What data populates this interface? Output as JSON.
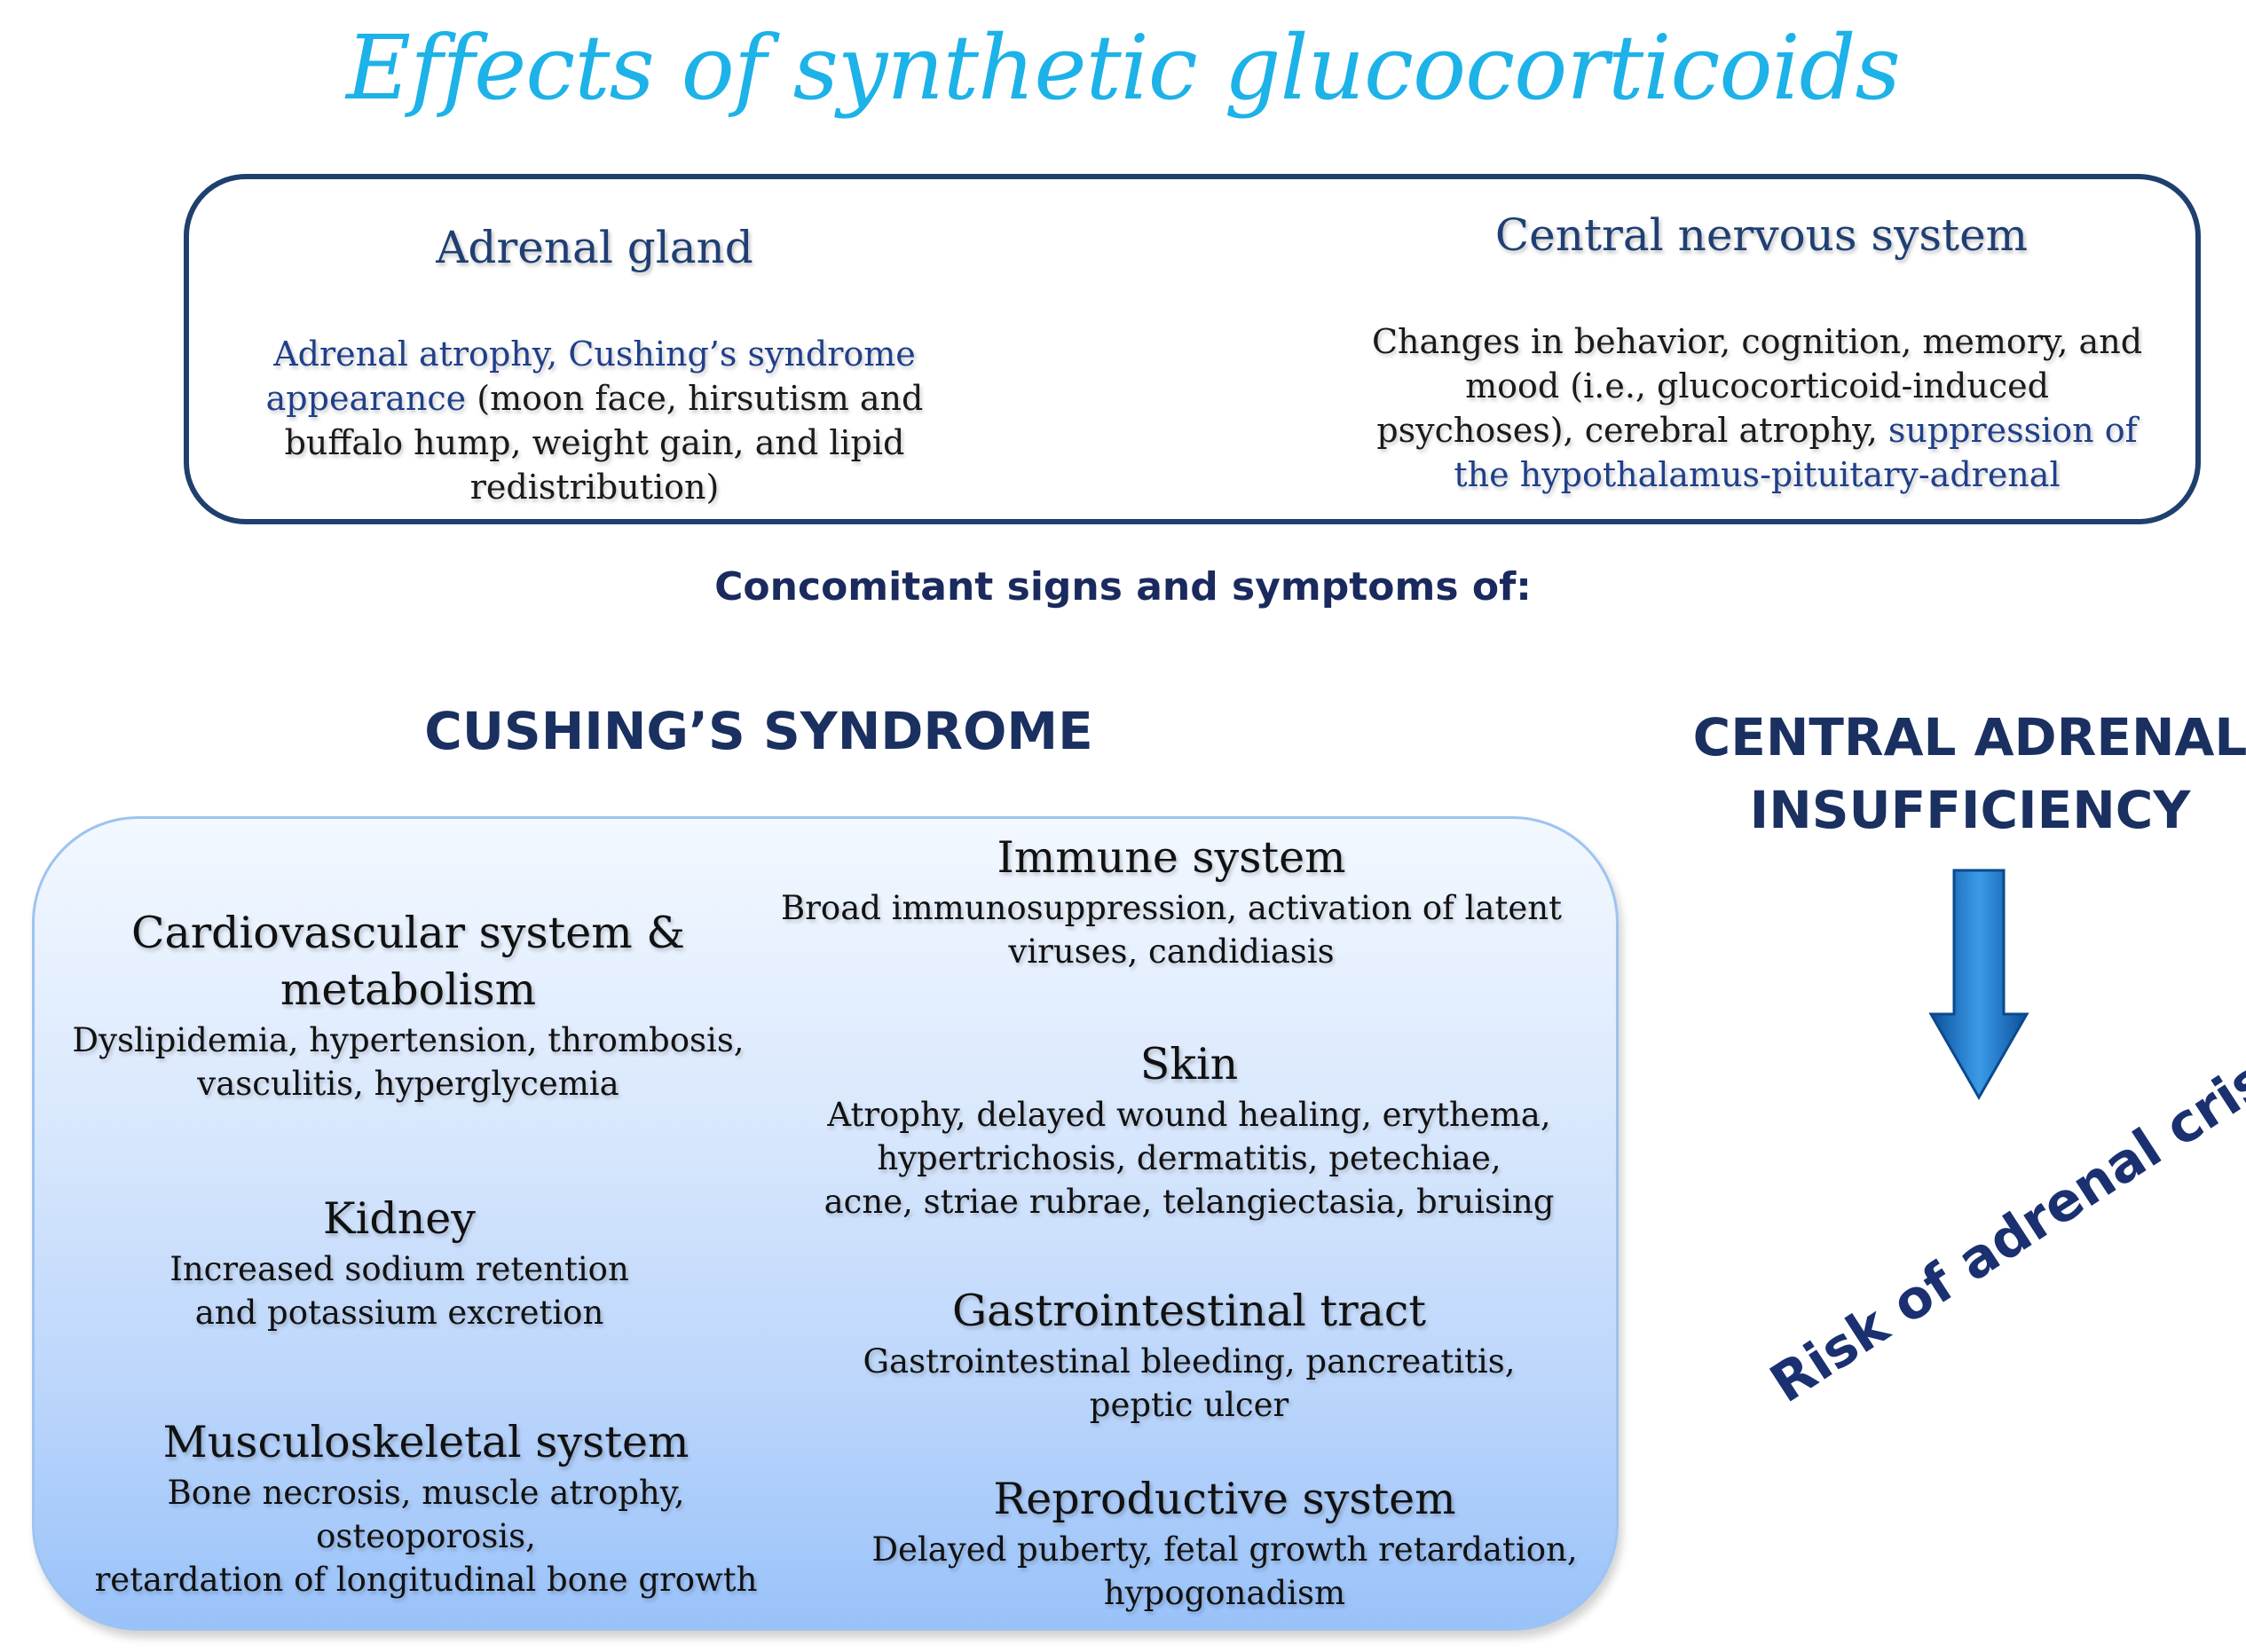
{
  "title": "Effects of synthetic glucocorticoids",
  "adrenal": {
    "heading": "Adrenal gland",
    "blue_text_1": "Adrenal atrophy, Cushing’s syndrome",
    "blue_text_2": "appearance",
    "black_text_2": " (moon face, hirsutism and",
    "line_3": "buffalo hump, weight gain, and lipid",
    "line_4": "redistribution)"
  },
  "cns": {
    "heading": "Central nervous system",
    "line_1": "Changes in behavior, cognition, memory, and",
    "line_2": "mood (i.e., glucocorticoid-induced",
    "line_3_black": "psychoses), cerebral atrophy, ",
    "line_3_blue": "suppression of",
    "line_4_blue": "the hypothalamus-pituitary-adrenal"
  },
  "concomitant": "Concomitant signs and symptoms of:",
  "cushing_title": "CUSHING’S SYNDROME",
  "central_title_1": "CENTRAL ADRENAL",
  "central_title_2": "INSUFFICIENCY",
  "risk": "Risk of adrenal crisis",
  "sections": {
    "cardio": {
      "heading_1": "Cardiovascular system &",
      "heading_2": "metabolism",
      "body_1": "Dyslipidemia, hypertension, thrombosis,",
      "body_2": "vasculitis, hyperglycemia"
    },
    "kidney": {
      "heading": "Kidney",
      "body_1": "Increased sodium retention",
      "body_2": "and potassium excretion"
    },
    "musculo": {
      "heading": "Musculoskeletal system",
      "body_1": "Bone necrosis, muscle atrophy, osteoporosis,",
      "body_2": "retardation of longitudinal bone growth"
    },
    "immune": {
      "heading": "Immune system",
      "body_1": "Broad immunosuppression, activation of latent",
      "body_2": "viruses, candidiasis"
    },
    "skin": {
      "heading": "Skin",
      "body_1": "Atrophy, delayed wound healing, erythema,",
      "body_2": "hypertrichosis, dermatitis, petechiae,",
      "body_3": "acne, striae rubrae, telangiectasia, bruising"
    },
    "gi": {
      "heading": "Gastrointestinal tract",
      "body_1": "Gastrointestinal bleeding, pancreatitis,",
      "body_2": "peptic ulcer"
    },
    "repro": {
      "heading": "Reproductive system",
      "body_1": "Delayed puberty, fetal growth retardation,",
      "body_2": "hypogonadism"
    }
  },
  "colors": {
    "title": "#1db2e8",
    "navy": "#1f3f73",
    "arrow": "#1a73c8"
  }
}
